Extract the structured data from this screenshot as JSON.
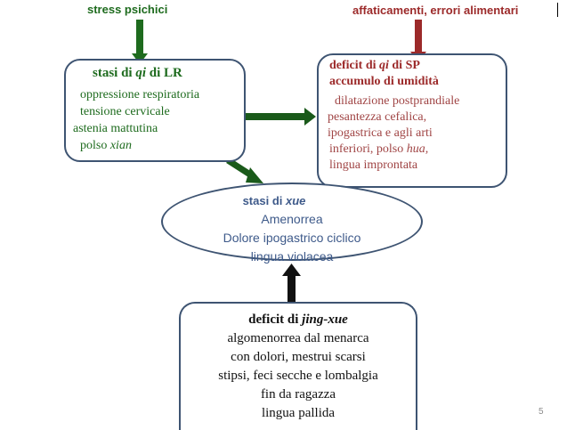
{
  "colors": {
    "green": "#1e6b1e",
    "green_arrow": "#1a5a1a",
    "red": "#9c2a2a",
    "red_text": "#a04545",
    "blue_text": "#3e5a8a",
    "box_border": "#3e5472",
    "black": "#111111"
  },
  "top": {
    "left_label": "stress psichici",
    "right_label": "affaticamenti, errori alimentari"
  },
  "box_lr": {
    "title_pre": "stasi di ",
    "title_em": "qi",
    "title_post": " di LR",
    "lines": [
      "oppressione respiratoria",
      "tensione cervicale",
      "astenia mattutina"
    ],
    "last_pre": "polso ",
    "last_em": "xian"
  },
  "box_sp": {
    "title_pre": "deficit di ",
    "title_em": "qi",
    "title_post": " di SP",
    "subtitle": "accumulo di umidità",
    "lines": [
      "dilatazione postprandiale",
      "pesantezza cefalica,",
      "ipogastrica e agli arti"
    ],
    "polso_pre": "inferiori, polso ",
    "polso_em": "hua,",
    "last": "lingua improntata"
  },
  "ellipse_xue": {
    "title_pre": "stasi di ",
    "title_em": "xue",
    "lines": [
      "Amenorrea",
      "Dolore ipogastrico ciclico",
      "lingua violacea"
    ]
  },
  "box_jing": {
    "title_pre": "deficit di ",
    "title_em": "jing-xue",
    "lines": [
      "algomenorrea  dal menarca",
      "con dolori, mestrui scarsi",
      "stipsi, feci secche e lombalgia",
      "fin da ragazza",
      "lingua pallida"
    ]
  },
  "page_number": "5"
}
